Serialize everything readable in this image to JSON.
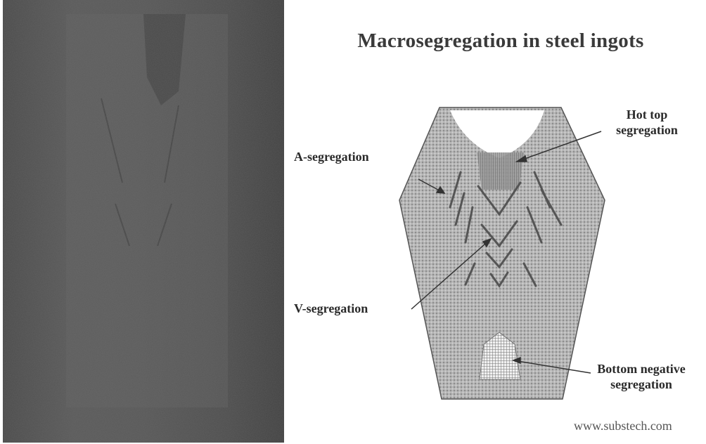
{
  "title": "Macrosegregation in steel ingots",
  "labels": {
    "hot_top": [
      "Hot top",
      "segregation"
    ],
    "a_seg": "A-segregation",
    "v_seg": "V-segregation",
    "bottom": [
      "Bottom negative",
      "segregation"
    ]
  },
  "website": "www.substech.com"
}
